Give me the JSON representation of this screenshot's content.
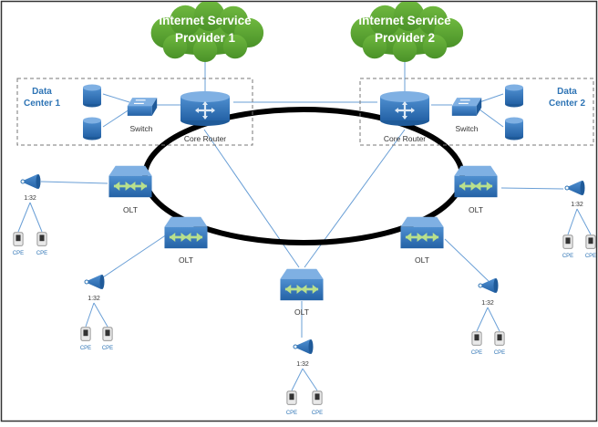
{
  "isp": [
    {
      "line1": "Internet Service",
      "line2": "Provider 1"
    },
    {
      "line1": "Internet Service",
      "line2": "Provider 2"
    }
  ],
  "datacenters": [
    {
      "line1": "Data",
      "line2": "Center 1"
    },
    {
      "line1": "Data",
      "line2": "Center 2"
    }
  ],
  "labels": {
    "switch": "Switch",
    "core_router": "Core Router",
    "olt": "OLT",
    "splitter_ratio": "1:32",
    "cpe": "CPE"
  },
  "colors": {
    "cloud": "#5aa332",
    "cloud_text": "#ffffff",
    "device": "#2e74b5",
    "datacenter_label": "#2e74b5",
    "ring": "#000000",
    "link": "#6a9fd6"
  },
  "icons": {
    "cloud": "cloud-icon",
    "router": "core-router-icon",
    "switch": "switch-icon",
    "server": "server-icon",
    "olt": "olt-icon",
    "splitter": "splitter-icon",
    "cpe": "cpe-icon"
  }
}
